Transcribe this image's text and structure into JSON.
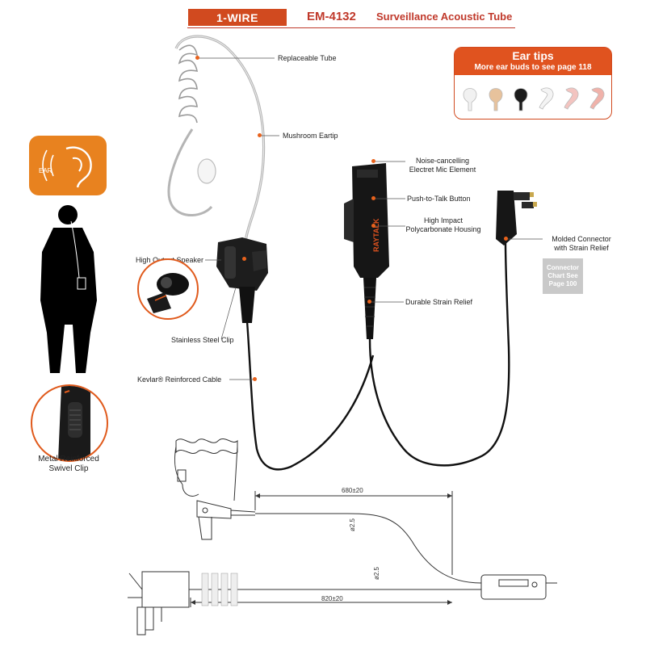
{
  "header": {
    "wire_tag": "1-WIRE",
    "model": "EM-4132",
    "title": "Surveillance Acoustic Tube"
  },
  "callouts": {
    "replaceable_tube": "Replaceable Tube",
    "mushroom_eartip": "Mushroom Eartip",
    "high_output_speaker": "High Output Speaker",
    "stainless_steel_clip": "Stainless Steel Clip",
    "kevlar_cable": "Kevlar® Reinforced Cable",
    "mic_element_line1": "Noise-cancelling",
    "mic_element_line2": "Electret Mic Element",
    "ptt_button": "Push-to-Talk Button",
    "housing_line1": "High Impact",
    "housing_line2": "Polycarbonate Housing",
    "molded_connector_line1": "Molded Connector",
    "molded_connector_line2": "with Strain Relief",
    "durable_strain_relief": "Durable Strain Relief"
  },
  "ear_tips": {
    "title": "Ear tips",
    "subtitle": "More ear buds to see page 118",
    "tip_colors": [
      "#f1f1f1",
      "#e7c29c",
      "#1b1b1b",
      "#f4f4f4",
      "#f3c4c0",
      "#f0b2aa"
    ]
  },
  "ear_badge": {
    "label": "EAR",
    "color": "#e8821f"
  },
  "connector_chart": {
    "line1": "Connector",
    "line2": "Chart See",
    "line3": "Page 100"
  },
  "swivel_clip": {
    "line1": "Metal Reinforced",
    "line2": "Swivel Clip"
  },
  "brand": "RAYTALK",
  "dimensions": {
    "upper_length": "680±20",
    "lower_length": "820±20",
    "upper_diameter": "ø2.5",
    "lower_diameter": "ø2.5"
  },
  "colors": {
    "accent": "#e0531f",
    "callout_dot": "#e8621c"
  }
}
